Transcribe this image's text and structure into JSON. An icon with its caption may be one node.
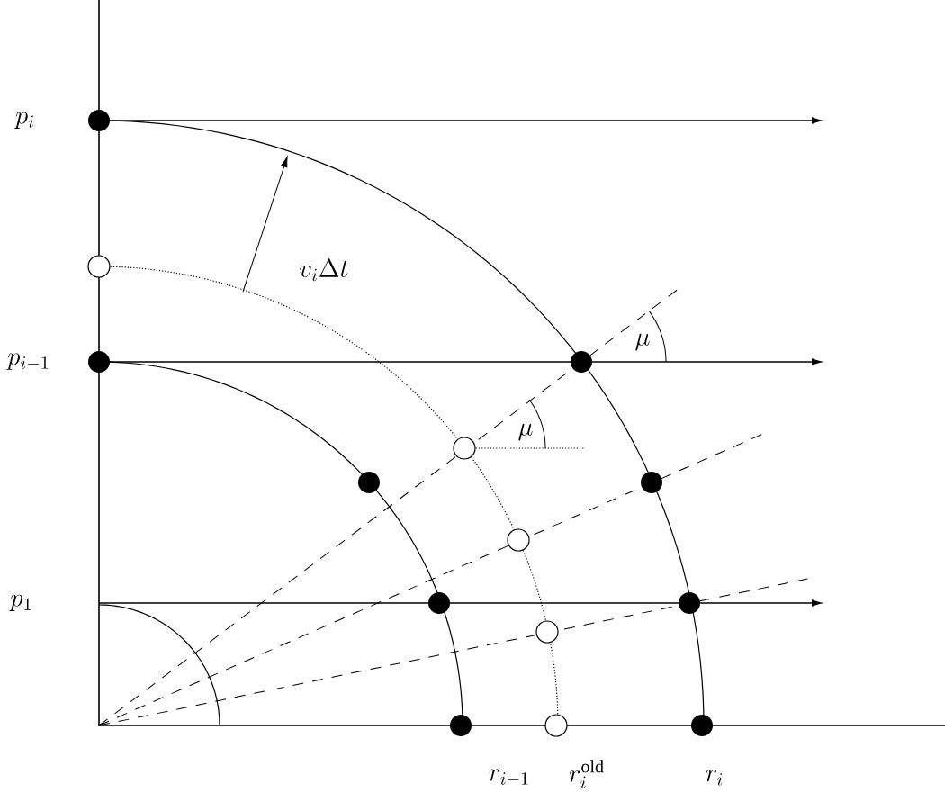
{
  "diagram": {
    "labels": [
      "p_i",
      "p_{i-1}",
      "p_1",
      "v_i \\Delta t",
      "\\mu",
      "\\mu",
      "r_{i-1}",
      "r_i^{\\mathrm{old}}",
      "r_i"
    ]
  }
}
